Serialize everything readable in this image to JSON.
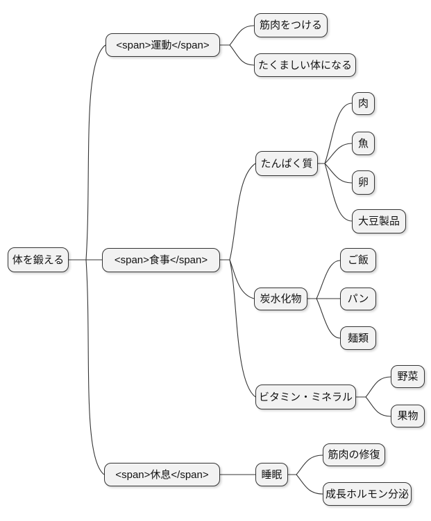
{
  "mindmap": {
    "root": {
      "label": "体を鍛える"
    },
    "branches": [
      {
        "label": "<span>運動</span>",
        "children": [
          {
            "label": "筋肉をつける"
          },
          {
            "label": "たくましい体になる"
          }
        ]
      },
      {
        "label": "<span>食事</span>",
        "children": [
          {
            "label": "たんぱく質",
            "children": [
              {
                "label": "肉"
              },
              {
                "label": "魚"
              },
              {
                "label": "卵"
              },
              {
                "label": "大豆製品"
              }
            ]
          },
          {
            "label": "炭水化物",
            "children": [
              {
                "label": "ご飯"
              },
              {
                "label": "パン"
              },
              {
                "label": "麺類"
              }
            ]
          },
          {
            "label": "ビタミン・ミネラル",
            "children": [
              {
                "label": "野菜"
              },
              {
                "label": "果物"
              }
            ]
          }
        ]
      },
      {
        "label": "<span>休息</span>",
        "children": [
          {
            "label": "睡眠",
            "children": [
              {
                "label": "筋肉の修復"
              },
              {
                "label": "成長ホルモン分泌"
              }
            ]
          }
        ]
      }
    ]
  },
  "colors": {
    "background": "#ffffff",
    "node_fill": "#f2f2f2",
    "node_border": "#333333",
    "edge": "#333333",
    "text": "#111111"
  }
}
